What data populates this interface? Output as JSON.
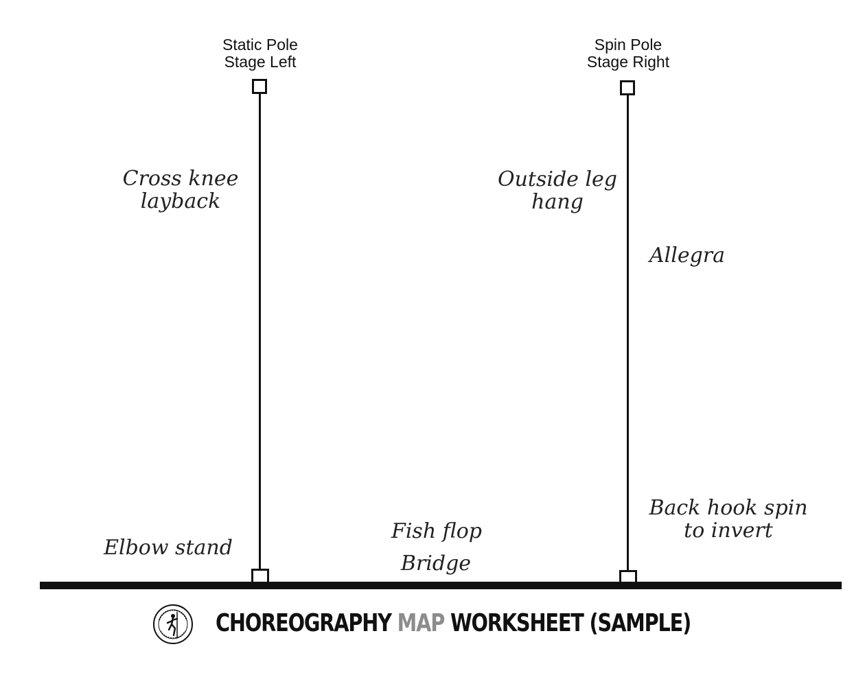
{
  "poles": {
    "static": {
      "line1": "Static Pole",
      "line2": "Stage Left"
    },
    "spin": {
      "line1": "Spin Pole",
      "line2": "Stage Right"
    }
  },
  "moves": {
    "cross_knee": [
      "Cross knee",
      "layback"
    ],
    "outside_leg": [
      "Outside leg",
      "hang"
    ],
    "allegra": "Allegra",
    "elbow_stand": "Elbow stand",
    "fish_flop": "Fish flop",
    "bridge": "Bridge",
    "back_hook": [
      "Back hook spin",
      "to invert"
    ]
  },
  "footer": {
    "title_part1": "CHOREOGRAPHY ",
    "title_part2": "MAP",
    "title_part3": " WORKSHEET (SAMPLE)",
    "logo_icon": "pole-sport-organization-logo"
  },
  "colors": {
    "ink": "#111111",
    "accent_gray": "#8c8c8c",
    "background": "#ffffff"
  }
}
